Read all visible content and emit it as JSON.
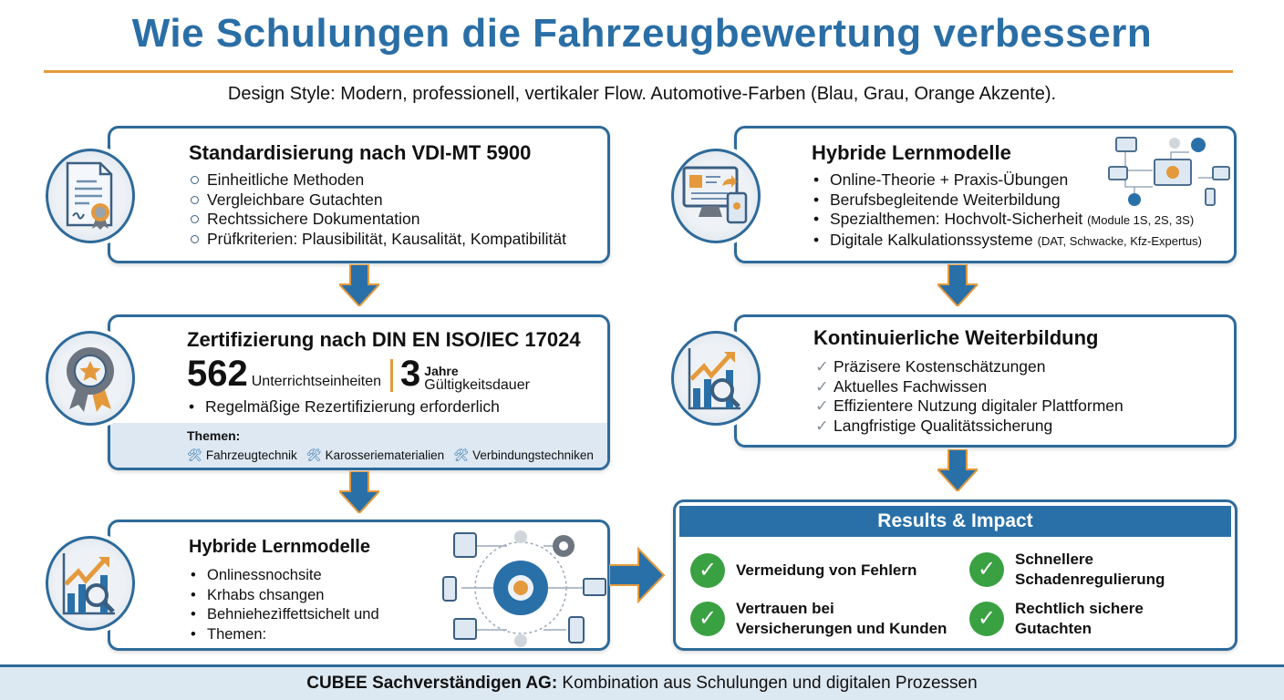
{
  "title": "Wie Schulungen die Fahrzeugbewertung verbessern",
  "subtitle": "Design Style: Modern, professionell, vertikaler Flow. Automotive-Farben (Blau, Grau, Orange Akzente).",
  "colors": {
    "primary": "#2a6ea6",
    "accent": "#e49a3c",
    "success": "#3aa142",
    "footer_bg": "#dce8f2"
  },
  "left": [
    {
      "title": "Standardisierung nach VDI-MT 5900",
      "icon": "certificate-document-icon",
      "items": [
        "Einheitliche Methoden",
        "Vergleichbare Gutachten",
        "Rechtssichere Dokumentation",
        "Prüfkriterien: Plausibilität, Kausalität, Kompatibilität"
      ]
    },
    {
      "title": "Zertifizierung nach DIN EN ISO/IEC 17024",
      "icon": "award-badge-icon",
      "stat1_value": "562",
      "stat1_label": "Unterrichtseinheiten",
      "stat2_value": "3",
      "stat2_label_top": "Jahre",
      "stat2_label_bottom": "Gültigkeitsdauer",
      "items": [
        "Regelmäßige Rezertifizierung erforderlich"
      ],
      "themes_label": "Themen:",
      "themes": [
        "Fahrzeugtechnik",
        "Karosseriematerialien",
        "Verbindungstechniken"
      ]
    },
    {
      "title": "Hybride Lernmodelle",
      "icon": "growth-chart-icon",
      "items": [
        "Onlinessnochsite",
        "Krhabs chsangen",
        "Behniehezìffettsichelt und",
        "Themen:"
      ]
    }
  ],
  "right": [
    {
      "title": "Hybride Lernmodelle",
      "icon": "monitor-mobile-icon",
      "items": [
        {
          "text": "Online-Theorie + Praxis-Übungen",
          "note": ""
        },
        {
          "text": "Berufsbegleitende Weiterbildung",
          "note": ""
        },
        {
          "text": "Spezialthemen: Hochvolt-Sicherheit ",
          "note": "(Module 1S, 2S, 3S)"
        },
        {
          "text": "Digitale Kalkulationssysteme ",
          "note": "(DAT, Schwacke, Kfz-Expertus)"
        }
      ]
    },
    {
      "title": "Kontinuierliche Weiterbildung",
      "icon": "growth-chart-icon",
      "items": [
        "Präzisere Kostenschätzungen",
        "Aktuelles Fachwissen",
        "Effizientere Nutzung digitaler Plattformen",
        "Langfristige Qualitätssicherung"
      ]
    }
  ],
  "results": {
    "title": "Results & Impact",
    "items": [
      {
        "l1": "Vermeidung von Fehlern",
        "l2": ""
      },
      {
        "l1": "Schnellere",
        "l2": "Schadenregulierung"
      },
      {
        "l1": "Vertrauen bei",
        "l2": "Versicherungen und Kunden"
      },
      {
        "l1": "Rechtlich sichere",
        "l2": "Gutachten"
      }
    ]
  },
  "footer": {
    "bold": "CUBEE Sachverständigen AG:",
    "text": " Kombination aus Schulungen und digitalen Prozessen"
  }
}
